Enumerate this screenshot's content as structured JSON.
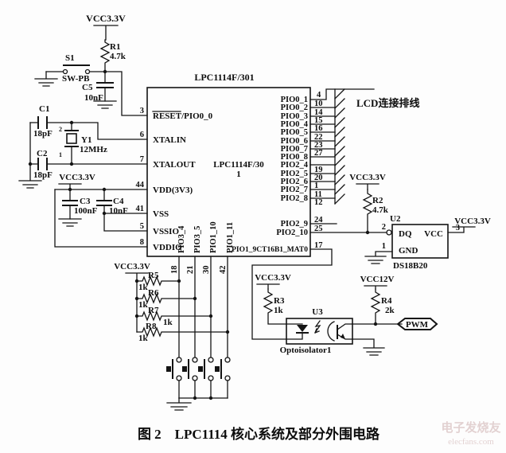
{
  "caption": "图 2　LPC1114 核心系统及部分外围电路",
  "watermark": {
    "line1": "电子发烧友",
    "line2": "elecfans.com"
  },
  "power": {
    "vcc33": "VCC3.3V",
    "vcc12": "VCC12V"
  },
  "net_labels": {
    "pwm": "PWM",
    "lcd": "LCD连接排线"
  },
  "ic": {
    "title": "LPC1114F/301",
    "name_line1": "LPC1114F/30",
    "name_line2": "1",
    "left_pins": [
      {
        "num": "3",
        "label": "RESET/PIO0_0"
      },
      {
        "num": "6",
        "label": "XTALIN"
      },
      {
        "num": "7",
        "label": "XTALOUT"
      },
      {
        "num": "44",
        "label": "VDD(3V3)"
      },
      {
        "num": "41",
        "label": "VSS"
      },
      {
        "num": "5",
        "label": "VSSIO"
      },
      {
        "num": "8",
        "label": "VDDIO"
      }
    ],
    "right_pins": [
      {
        "num": "4",
        "label": "PIO0_1"
      },
      {
        "num": "10",
        "label": "PIO0_2"
      },
      {
        "num": "14",
        "label": "PIO0_3"
      },
      {
        "num": "15",
        "label": "PIO0_4"
      },
      {
        "num": "16",
        "label": "PIO0_5"
      },
      {
        "num": "22",
        "label": "PIO0_6"
      },
      {
        "num": "23",
        "label": "PIO0_7"
      },
      {
        "num": "27",
        "label": "PIO0_8"
      },
      {
        "num": "19",
        "label": "PIO2_4"
      },
      {
        "num": "20",
        "label": "PIO2_5"
      },
      {
        "num": "1",
        "label": "PIO2_6"
      },
      {
        "num": "11",
        "label": "PIO2_7"
      },
      {
        "num": "12",
        "label": "PIO2_8"
      }
    ],
    "aux_pins": [
      {
        "num": "24",
        "label": "PIO2_9"
      },
      {
        "num": "25",
        "label": "PIO2_10"
      }
    ],
    "mat_pin": {
      "num": "17",
      "label": "PIO1_9CT16B1_MAT0"
    },
    "bottom_pins": [
      {
        "num": "18",
        "label": "PIO3_4"
      },
      {
        "num": "21",
        "label": "PIO3_5"
      },
      {
        "num": "30",
        "label": "PIO1_10"
      },
      {
        "num": "42",
        "label": "PIO1_11"
      }
    ]
  },
  "parts": {
    "r1": {
      "ref": "R1",
      "value": "4.7k"
    },
    "r2": {
      "ref": "R2",
      "value": "4.7k"
    },
    "r3": {
      "ref": "R3",
      "value": "1k"
    },
    "r4": {
      "ref": "R4",
      "value": "2k"
    },
    "r5": {
      "ref": "R5",
      "value": "1k"
    },
    "r6": {
      "ref": "R6",
      "value": "1k"
    },
    "r7": {
      "ref": "R7",
      "value": "1k"
    },
    "r8": {
      "ref": "R8",
      "value": "1k"
    },
    "c1": {
      "ref": "C1",
      "value": "18pF"
    },
    "c2": {
      "ref": "C2",
      "value": "18pF"
    },
    "c3": {
      "ref": "C3",
      "value": "100nF"
    },
    "c4": {
      "ref": "C4",
      "value": "10nF"
    },
    "c5": {
      "ref": "C5",
      "value": "10nF"
    },
    "y1": {
      "ref": "Y1",
      "value": "12MHz",
      "pin_top": "2",
      "pin_bottom": "1"
    },
    "s1": {
      "ref": "S1",
      "value": "SW-PB"
    },
    "u2": {
      "ref": "U2",
      "part": "DS18B20",
      "pin_dq": "DQ",
      "pin_gnd": "GND",
      "pin_vcc": "VCC",
      "num_dq": "2",
      "num_gnd": "1",
      "num_vcc": "3"
    },
    "u3": {
      "ref": "U3",
      "part": "Optoisolator1"
    }
  }
}
